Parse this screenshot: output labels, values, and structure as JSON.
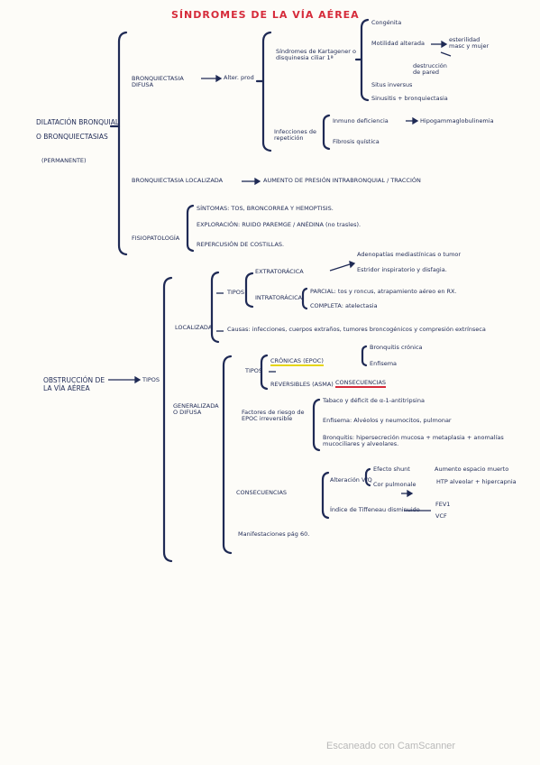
{
  "title": "SÍNDROMES DE LA VÍA AÉREA",
  "section1": {
    "root": "DILATACIÓN BRONQUIAL O BRONQUIECTASIAS",
    "root_note": "(PERMANENTE)",
    "difusa": {
      "label": "BRONQUIECTASIA DIFUSA",
      "result": "Alter. prod",
      "sindromes": {
        "label": "Síndromes de Kartagener o disquinesia ciliar 1ª",
        "items": [
          "Congénita",
          "Motilidad alterada",
          "Situs inversus",
          "Sinusitis + bronquiectasia"
        ],
        "motilidad_results": [
          "esterilidad masc y mujer",
          "destrucción de pared"
        ]
      },
      "infecciones": {
        "label": "Infecciones de repetición",
        "items": [
          "Inmuno deficiencia",
          "Fibrosis quística"
        ],
        "inmuno_result": "Hipogammaglobulinemia"
      }
    },
    "localizada": {
      "label": "BRONQUIECTASIA LOCALIZADA",
      "result": "AUMENTO DE PRESIÓN INTRABRONQUIAL / TRACCIÓN"
    },
    "fisiopatologia": {
      "label": "FISIOPATOLOGÍA",
      "items": [
        "SÍNTOMAS: TOS, BRONCORREA Y HEMOPTISIS.",
        "EXPLORACIÓN: RUIDO PAREMGE / ANÉDINA (no trasles).",
        "REPERCUSIÓN DE COSTILLAS."
      ]
    }
  },
  "section2": {
    "root": "OBSTRUCCIÓN DE LA VÍA AÉREA",
    "tipos": "TIPOS",
    "localizada": {
      "label": "LOCALIZADA",
      "tipos": "TIPOS",
      "extratoracica": "EXTRATORÁCICA",
      "intratoracica": "INTRATORÁCICA",
      "extra_results": [
        "Adenopatías mediastínicas o tumor",
        "Estridor inspiratorio y disfagia."
      ],
      "intra_results": [
        "PARCIAL: tos y roncus, atrapamiento aéreo en RX.",
        "COMPLETA: atelectasia"
      ],
      "causas": "Causas: infecciones, cuerpos extraños, tumores broncogénicos y compresión extrínseca"
    },
    "generalizada": {
      "label": "GENERALIZADA O DIFUSA",
      "tipos": "TIPOS",
      "cronicas": "CRÓNICAS (EPOC)",
      "cronicas_results": [
        "Bronquitis crónica",
        "Enfisema"
      ],
      "reversibles": "REVERSIBLES (ASMA)",
      "factores": "Factores de riesgo de EPOC irreversible",
      "factor_items": [
        "Tabaco y déficit de α-1-antitripsina",
        "Enfisema: Alvéolos y neumocitos, pulmonar",
        "Bronquitis: hipersecreción mucosa + metaplasia + anomalías mucociliares y alveolares."
      ],
      "factor_badge": "CONSECUENCIAS",
      "consecuencias": "CONSECUENCIAS",
      "alteracion": "Alteración V/Q",
      "alteracion_results": [
        "Efecto shunt",
        "Aumento espacio muerto"
      ],
      "cor": "Cor pulmonale",
      "cor_result": "HTP alveolar + hipercapnia",
      "tiffeneau": "Índice de Tiffeneau disminuido",
      "fev": "FEV1",
      "vcf": "VCF",
      "manifestaciones": "Manifestaciones pág 60."
    }
  },
  "watermark": "Escaneado con CamScanner"
}
